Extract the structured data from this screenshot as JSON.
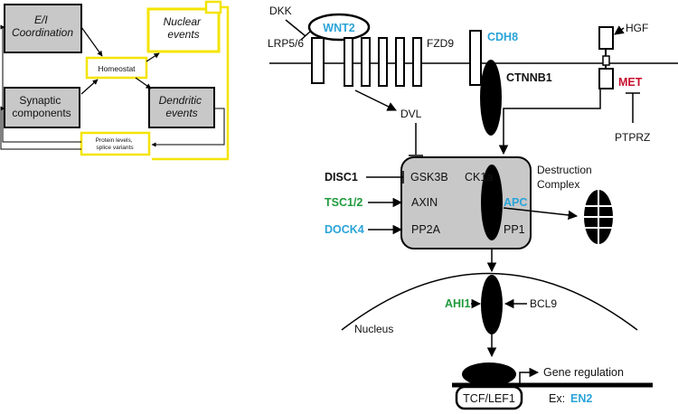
{
  "colors": {
    "blue": "#29a3d8",
    "green": "#1f9a3c",
    "red": "#c8102e",
    "yellow": "#f4e400",
    "box_gray": "#c8c8c8",
    "complex_gray": "#c8c8c8",
    "black": "#000000"
  },
  "left_panel": {
    "ei_box": "E/I\nCoordination",
    "nuclear_box": "Nuclear\nevents",
    "homeostat": "Homeostat",
    "synaptic_box": "Synaptic\ncomponents",
    "dendritic_box": "Dendritic\nevents",
    "protein_box": "Protein levels,\nsplice variants"
  },
  "membrane": {
    "dkk": "DKK",
    "wnt2": "WNT2",
    "lrp": "LRP5/6",
    "fzd9": "FZD9",
    "cdh8": "CDH8",
    "ctnnb1": "CTNNB1",
    "hgf": "HGF",
    "met": "MET",
    "ptprz": "PTPRZ",
    "dvl": "DVL"
  },
  "complex": {
    "gsk3b": "GSK3B",
    "ck1a": "CK1a",
    "axin": "AXIN",
    "apc": "APC",
    "pp2a": "PP2A",
    "pp1": "PP1",
    "title_line1": "Destruction",
    "title_line2": "Complex",
    "disc1": "DISC1",
    "tsc": "TSC1/2",
    "dock4": "DOCK4"
  },
  "nucleus": {
    "ahi1": "AHI1",
    "bcl9": "BCL9",
    "label": "Nucleus",
    "tcf": "TCF/LEF1",
    "gene_reg": "Gene regulation",
    "ex_prefix": "Ex:",
    "en2": "EN2"
  }
}
